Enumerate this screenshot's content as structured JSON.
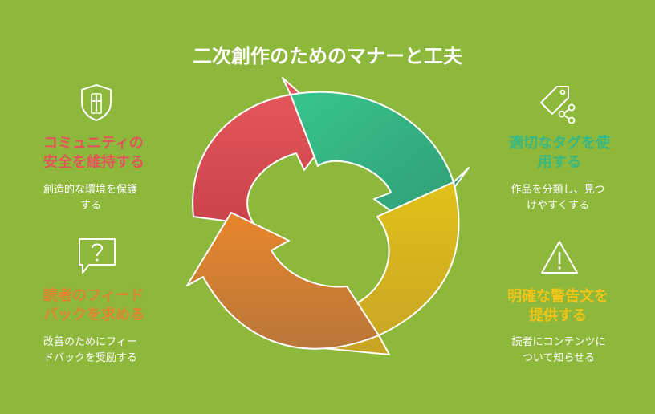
{
  "title": "二次創作のためのマナーと工夫",
  "colors": {
    "background": "#8db83b",
    "red": "#e0565b",
    "green": "#35b884",
    "yellow": "#dcb21a",
    "orange": "#e2842f"
  },
  "items": [
    {
      "icon": "shield-cross-icon",
      "heading_line1": "コミュニティの",
      "heading_line2": "安全を維持する",
      "desc_line1": "創造的な環境を保護",
      "desc_line2": "する"
    },
    {
      "icon": "tag-share-icon",
      "heading_line1": "適切なタグを使",
      "heading_line2": "用する",
      "desc_line1": "作品を分類し、見つ",
      "desc_line2": "けやすくする"
    },
    {
      "icon": "question-bubble-icon",
      "heading_line1": "読者のフィード",
      "heading_line2": "バックを求める",
      "desc_line1": "改善のためにフィー",
      "desc_line2": "ドバックを奨励する"
    },
    {
      "icon": "warning-icon",
      "heading_line1": "明確な警告文を",
      "heading_line2": "提供する",
      "desc_line1": "読者にコンテンツに",
      "desc_line2": "ついて知らせる"
    }
  ]
}
